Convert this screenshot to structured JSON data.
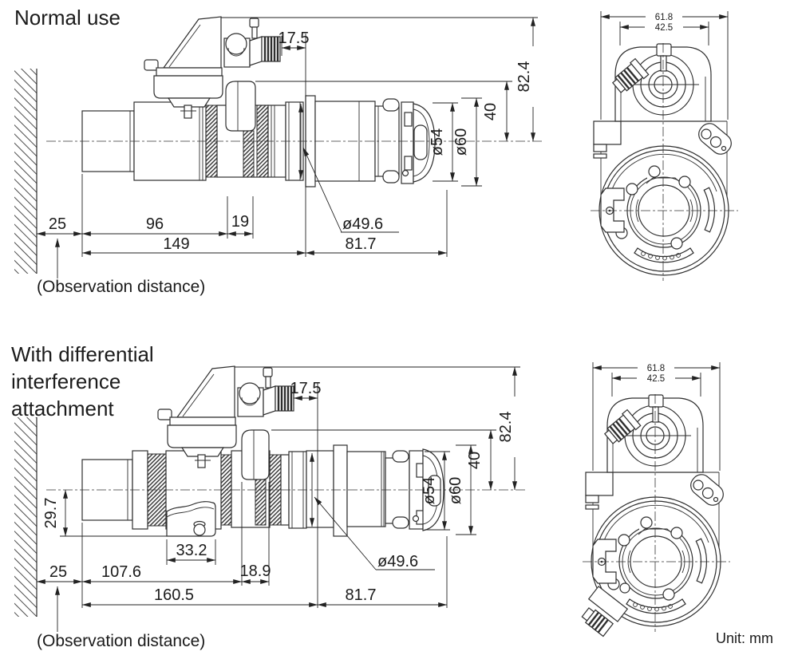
{
  "drawing": {
    "unit_label": "Unit: mm",
    "normal": {
      "title": "Normal use",
      "observation": "(Observation distance)",
      "dims": {
        "eyepiece": "17.5",
        "overall_height": "82.4",
        "mount_height": "40",
        "dia54": "ø54",
        "dia60": "ø60",
        "dia496": "ø49.6",
        "wall_gap": "25",
        "front": "96",
        "block": "19",
        "body": "149",
        "rear": "81.7"
      },
      "front": {
        "outer_width": "61.8",
        "inner_width": "42.5"
      }
    },
    "dic": {
      "title_lines": [
        "With differential",
        "interference",
        "attachment"
      ],
      "observation": "(Observation distance)",
      "dims": {
        "eyepiece": "17.5",
        "overall_height": "82.4",
        "mount_height": "40",
        "dia54": "ø54",
        "dia60": "ø60",
        "dia496": "ø49.6",
        "drop": "29.7",
        "attachment": "33.2",
        "wall_gap": "25",
        "front": "107.6",
        "block": "18.9",
        "body": "160.5",
        "rear": "81.7"
      },
      "front": {
        "outer_width": "61.8",
        "inner_width": "42.5"
      }
    }
  }
}
